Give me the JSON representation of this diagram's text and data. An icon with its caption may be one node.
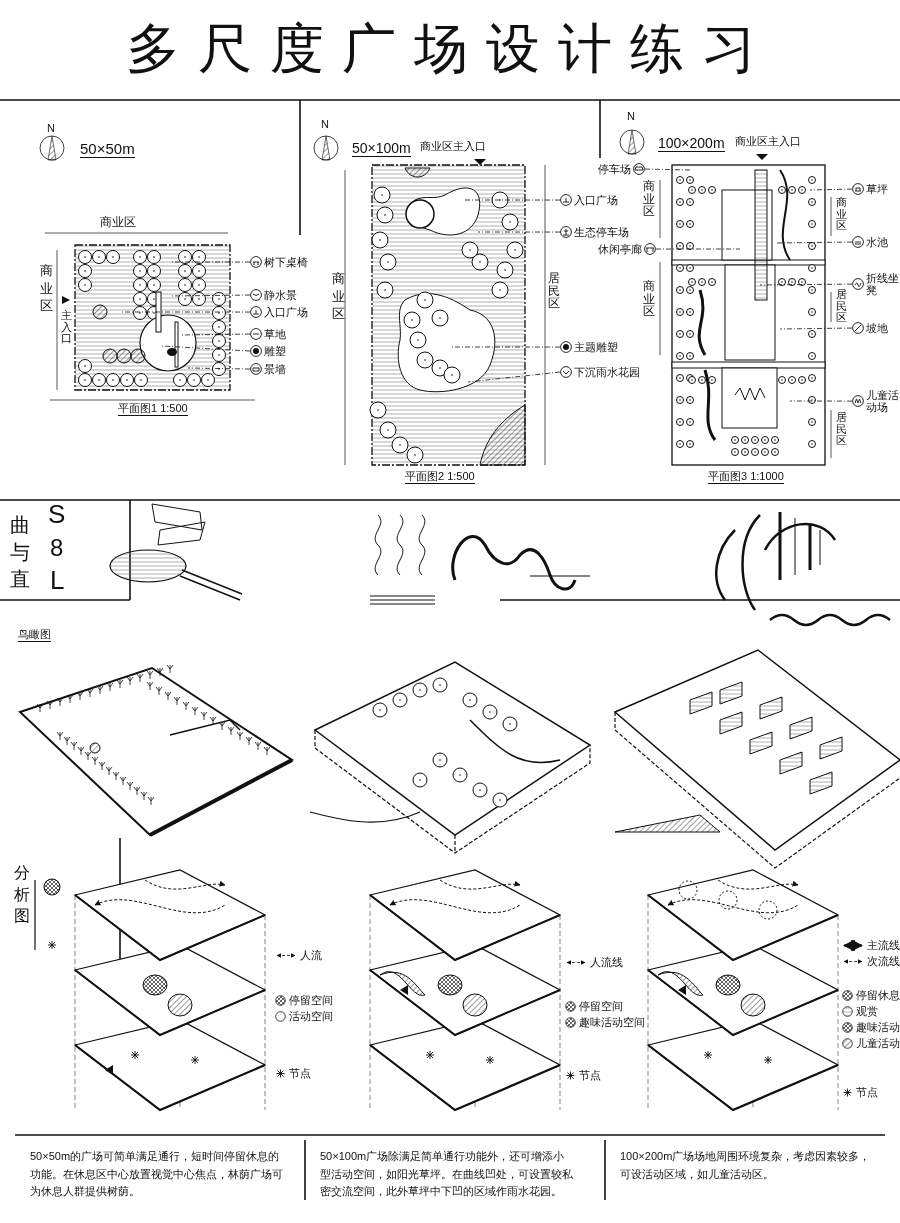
{
  "diagram": {
    "title": "多尺度广场设计练习",
    "nodes": [
      {
        "text": [
          "树下桌椅"
        ]
      },
      {
        "text": [
          "静水景"
        ]
      },
      {
        "text": [
          "入口广场"
        ]
      },
      {
        "text": [
          "草地"
        ]
      },
      {
        "text": [
          "雕塑"
        ]
      },
      {
        "text": [
          "景墙"
        ]
      },
      {
        "text": [
          "入口广场"
        ]
      },
      {
        "text": [
          "生态停车场"
        ]
      },
      {
        "text": [
          "主题雕塑"
        ]
      },
      {
        "text": [
          "下沉雨水花园"
        ]
      },
      {
        "text": [
          "停车场"
        ]
      },
      {
        "text": [
          "休闲亭廊"
        ]
      },
      {
        "text": [
          "草坪"
        ]
      },
      {
        "text": [
          "水池"
        ]
      },
      {
        "text": [
          "折线坐凳"
        ]
      },
      {
        "text": [
          "坡地"
        ]
      },
      {
        "text": [
          "儿童活动场"
        ]
      },
      {
        "text": [],
        "shape": "picture"
      },
      {
        "text": [],
        "shape": "picture"
      },
      {
        "text": [],
        "shape": "picture"
      }
    ],
    "edges": [
      {
        "from": 0,
        "to": 17,
        "arrow": "none"
      },
      {
        "from": 1,
        "to": 17,
        "arrow": "none"
      },
      {
        "from": 2,
        "to": 17,
        "arrow": "none"
      },
      {
        "from": 3,
        "to": 17,
        "arrow": "none"
      },
      {
        "from": 4,
        "to": 17,
        "arrow": "none"
      },
      {
        "from": 5,
        "to": 17,
        "arrow": "none"
      },
      {
        "from": 6,
        "to": 18,
        "arrow": "none"
      },
      {
        "from": 7,
        "to": 18,
        "arrow": "none"
      },
      {
        "from": 8,
        "to": 18,
        "arrow": "none"
      },
      {
        "from": 9,
        "to": 18,
        "arrow": "none"
      },
      {
        "from": 10,
        "to": 19,
        "arrow": "none"
      },
      {
        "from": 11,
        "to": 19,
        "arrow": "none"
      },
      {
        "from": 12,
        "to": 19,
        "arrow": "none"
      },
      {
        "from": 13,
        "to": 19,
        "arrow": "none"
      },
      {
        "from": 14,
        "to": 19,
        "arrow": "none"
      },
      {
        "from": 15,
        "to": 19,
        "arrow": "none"
      },
      {
        "from": 16,
        "to": 19,
        "arrow": "none"
      }
    ],
    "labels": [
      "N",
      "50×50m",
      "商业区",
      "商业区",
      "主入口",
      "平面图1 1:500",
      "N",
      "50×100m",
      "商业区主入口",
      "商业区",
      "居民区",
      "平面图2 1:500",
      "N",
      "100×200m",
      "商业区主入口",
      "商业区",
      "商业区",
      "商业区",
      "居民区",
      "居民区",
      "平面图3 1:1000",
      "曲与直",
      "S",
      "8",
      "L",
      "鸟瞰图",
      "分析图",
      "50×50m的广场可简单满足通行，短时间停留休息的功能。在休息区中心放置视觉中心焦点，林荫广场可为休息人群提供树荫。",
      "50×100m广场除满足简单通行功能外，还可增添小型活动空间，如阳光草坪。在曲线凹处，可设置较私密交流空间，此外草坪中下凹的区域作雨水花园。",
      "100×200m广场场地周围环境复杂，考虑因素较多，可设活动区域，如儿童活动区。"
    ],
    "legend": [
      {
        "text": "人流"
      },
      {
        "text": "停留空间"
      },
      {
        "text": "活动空间"
      },
      {
        "text": "节点"
      },
      {
        "text": "人流线"
      },
      {
        "text": "停留空间"
      },
      {
        "text": "趣味活动空间"
      },
      {
        "text": "节点"
      },
      {
        "text": "主流线"
      },
      {
        "text": "次流线"
      },
      {
        "text": "停留休息"
      },
      {
        "text": "观赏"
      },
      {
        "text": "趣味活动"
      },
      {
        "text": "儿童活动"
      },
      {
        "text": "节点"
      }
    ]
  }
}
